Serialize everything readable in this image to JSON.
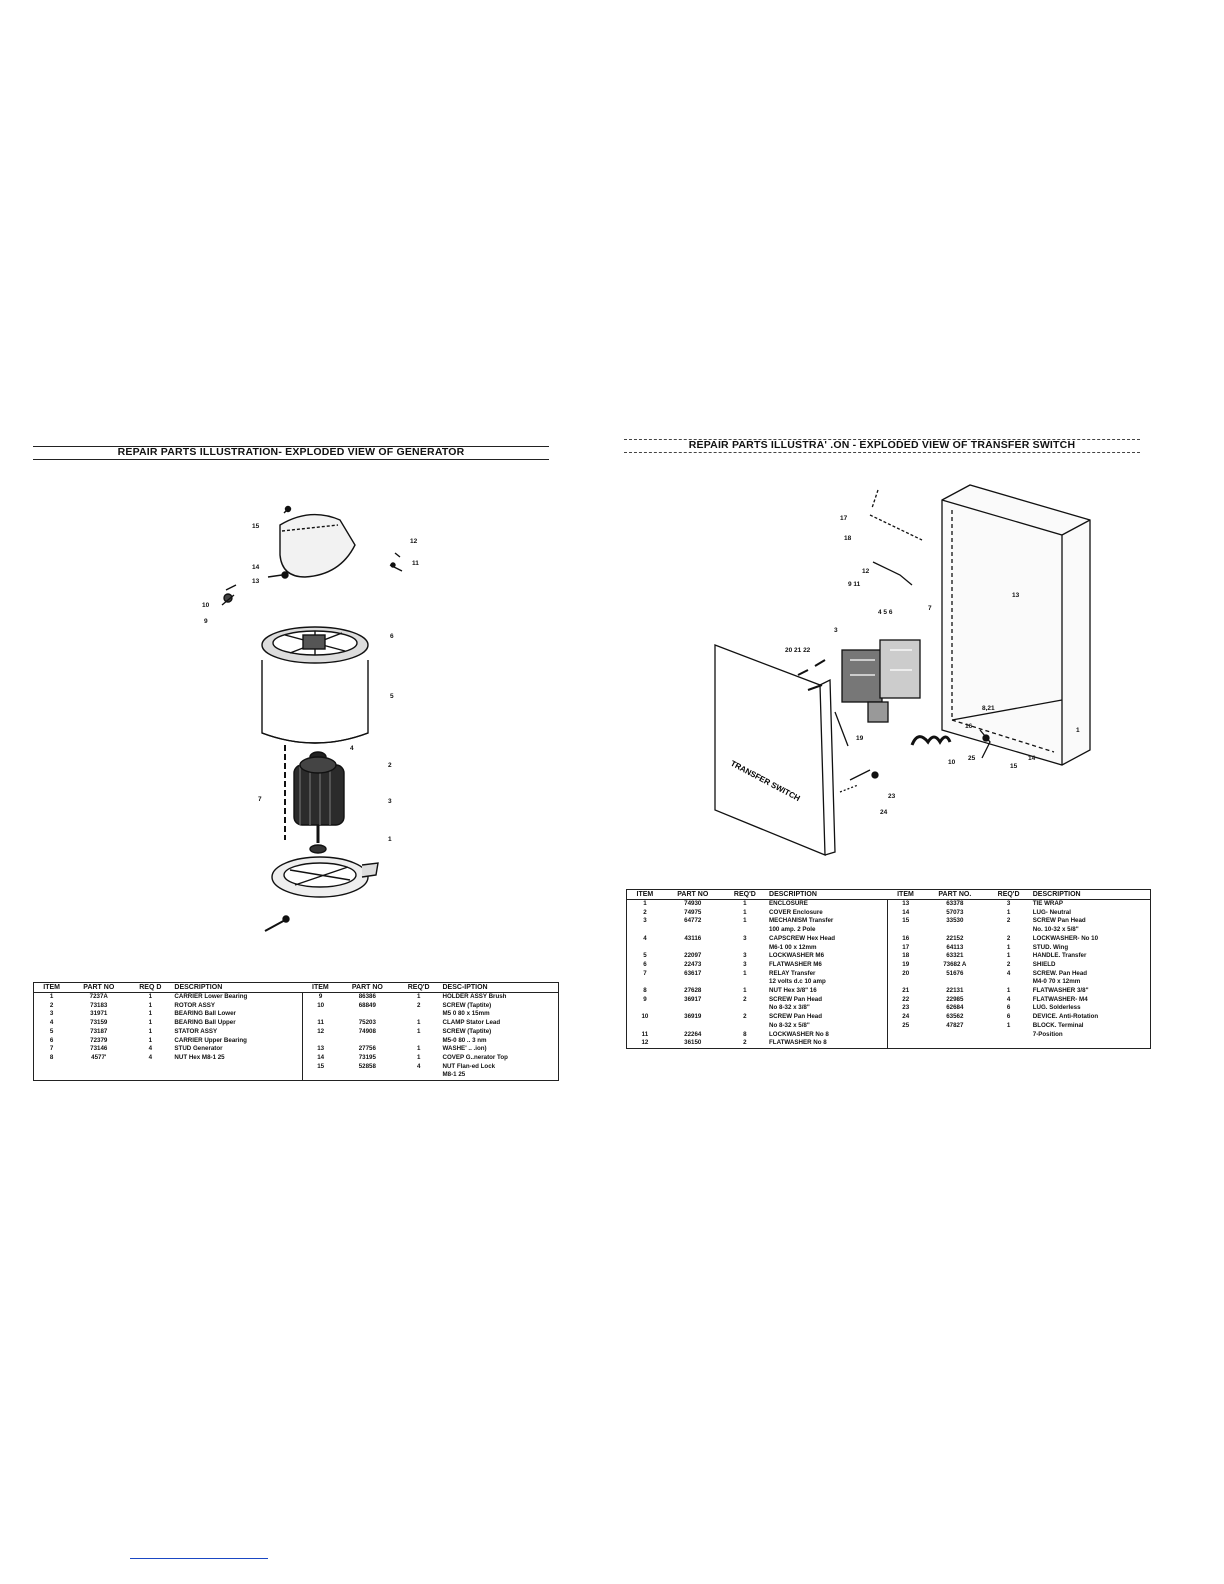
{
  "left": {
    "title": "REPAIR PARTS ILLUSTRATION- EXPLODED VIEW OF GENERATOR",
    "callouts": [
      "15",
      "14",
      "13",
      "12",
      "11",
      "10",
      "9",
      "6",
      "5",
      "4",
      "2",
      "7",
      "3",
      "1"
    ],
    "headers": [
      "ITEM",
      "PART NO",
      "REQ D",
      "DESCRIPTION",
      "ITEM",
      "PART NO",
      "REQ'D",
      "DESC-IPTION"
    ],
    "rows": [
      {
        "a": [
          "1",
          "7237A",
          "1",
          "CARRIER Lower Bearing"
        ],
        "b": [
          "9",
          "86386",
          "1",
          "HOLDER ASSY Brush"
        ]
      },
      {
        "a": [
          "2",
          "73183",
          "1",
          "ROTOR ASSY"
        ],
        "b": [
          "10",
          "68849",
          "2",
          "SCREW (Taptite)"
        ]
      },
      {
        "a": [
          "3",
          "31971",
          "1",
          "BEARING Ball Lower"
        ],
        "b": [
          "",
          "",
          "",
          "M5 0 80 x 15mm"
        ]
      },
      {
        "a": [
          "4",
          "73159",
          "1",
          "BEARING Ball Upper"
        ],
        "b": [
          "11",
          "75203",
          "1",
          "CLAMP Stator Lead"
        ]
      },
      {
        "a": [
          "5",
          "73187",
          "1",
          "STATOR ASSY"
        ],
        "b": [
          "12",
          "74908",
          "1",
          "SCREW (Taptite)"
        ]
      },
      {
        "a": [
          "6",
          "72379",
          "1",
          "CARRIER Upper Bearing"
        ],
        "b": [
          "",
          "",
          "",
          "M5-0 80 .. 3 nm"
        ]
      },
      {
        "a": [
          "7",
          "73146",
          "4",
          "STUD Generator"
        ],
        "b": [
          "13",
          "27756",
          "1",
          "WASHE' .. .ion)"
        ]
      },
      {
        "a": [
          "8",
          "4577'",
          "4",
          "NUT Hex M8-1 25"
        ],
        "b": [
          "14",
          "73195",
          "1",
          "COVEP G..nerator Top"
        ]
      },
      {
        "a": [
          "",
          "",
          "",
          ""
        ],
        "b": [
          "15",
          "52858",
          "4",
          "NUT Flan-ed Lock"
        ]
      },
      {
        "a": [
          "",
          "",
          "",
          ""
        ],
        "b": [
          "",
          "",
          "",
          "M8-1 25"
        ]
      },
      {
        "a": [
          "",
          "",
          "",
          ""
        ],
        "b": [
          "",
          "",
          "",
          ""
        ]
      }
    ]
  },
  "right": {
    "title": "REPAIR PARTS ILLUSTRA' .ON - EXPLODED VIEW OF TRANSFER SWITCH",
    "panel_label": "TRANSFER SWITCH",
    "callouts": [
      "17",
      "18",
      "12",
      "9",
      "11",
      "13",
      "7",
      "4",
      "5",
      "6",
      "3",
      "20",
      "21",
      "22",
      "8,21",
      "16",
      "1",
      "10",
      "25",
      "15",
      "14",
      "19",
      "23",
      "24"
    ],
    "headers": [
      "ITEM",
      "PART NO",
      "REQ'D",
      "DESCRIPTION",
      "ITEM",
      "PART NO.",
      "REQ'D",
      "DESCRIPTION"
    ],
    "rows": [
      {
        "a": [
          "1",
          "74930",
          "1",
          "ENCLOSURE"
        ],
        "b": [
          "13",
          "63378",
          "3",
          "TIE WRAP"
        ]
      },
      {
        "a": [
          "2",
          "74975",
          "1",
          "COVER Enclosure"
        ],
        "b": [
          "14",
          "57073",
          "1",
          "LUG- Neutral"
        ]
      },
      {
        "a": [
          "3",
          "64772",
          "1",
          "MECHANISM Transfer"
        ],
        "b": [
          "15",
          "33530",
          "2",
          "SCREW Pan Head"
        ]
      },
      {
        "a": [
          "",
          "",
          "",
          "100 amp. 2 Pole"
        ],
        "b": [
          "",
          "",
          "",
          "No. 10-32 x 5/8\""
        ]
      },
      {
        "a": [
          "4",
          "43116",
          "3",
          "CAPSCREW Hex Head"
        ],
        "b": [
          "16",
          "22152",
          "2",
          "LOCKWASHER- No 10"
        ]
      },
      {
        "a": [
          "",
          "",
          "",
          "M6-1 00 x 12mm"
        ],
        "b": [
          "17",
          "64113",
          "1",
          "STUD. Wing"
        ]
      },
      {
        "a": [
          "5",
          "22097",
          "3",
          "LOCKWASHER M6"
        ],
        "b": [
          "18",
          "63321",
          "1",
          "HANDLE. Transfer"
        ]
      },
      {
        "a": [
          "6",
          "22473",
          "3",
          "FLATWASHER M6"
        ],
        "b": [
          "19",
          "73682 A",
          "2",
          "SHIELD"
        ]
      },
      {
        "a": [
          "7",
          "63617",
          "1",
          "RELAY Transfer"
        ],
        "b": [
          "20",
          "51676",
          "4",
          "SCREW. Pan Head"
        ]
      },
      {
        "a": [
          "",
          "",
          "",
          "12 volts d.c 10 amp"
        ],
        "b": [
          "",
          "",
          "",
          "M4-0 70 x 12mm"
        ]
      },
      {
        "a": [
          "8",
          "27628",
          "1",
          "NUT Hex 3/8\" 16"
        ],
        "b": [
          "21",
          "22131",
          "1",
          "FLATWASHER 3/8\""
        ]
      },
      {
        "a": [
          "9",
          "36917",
          "2",
          "SCREW Pan Head"
        ],
        "b": [
          "22",
          "22985",
          "4",
          "FLATWASHER- M4"
        ]
      },
      {
        "a": [
          "",
          "",
          "",
          "No 8-32 x 3/8\""
        ],
        "b": [
          "23",
          "62684",
          "6",
          "LUG. Solderless"
        ]
      },
      {
        "a": [
          "10",
          "36919",
          "2",
          "SCREW Pan Head"
        ],
        "b": [
          "24",
          "63562",
          "6",
          "DEVICE. Anti-Rotation"
        ]
      },
      {
        "a": [
          "",
          "",
          "",
          "No 8-32 x 5/8\""
        ],
        "b": [
          "25",
          "47827",
          "1",
          "BLOCK. Terminal"
        ]
      },
      {
        "a": [
          "11",
          "22264",
          "8",
          "LOCKWASHER No 8"
        ],
        "b": [
          "",
          "",
          "",
          "7-Position"
        ]
      },
      {
        "a": [
          "12",
          "36150",
          "2",
          "FLATWASHER No 8"
        ],
        "b": [
          "",
          "",
          "",
          ""
        ]
      },
      {
        "a": [
          "",
          "",
          "",
          ""
        ],
        "b": [
          "",
          "",
          "",
          ""
        ]
      },
      {
        "a": [
          "",
          "",
          "",
          ""
        ],
        "b": [
          "",
          "",
          "",
          ""
        ]
      }
    ]
  }
}
